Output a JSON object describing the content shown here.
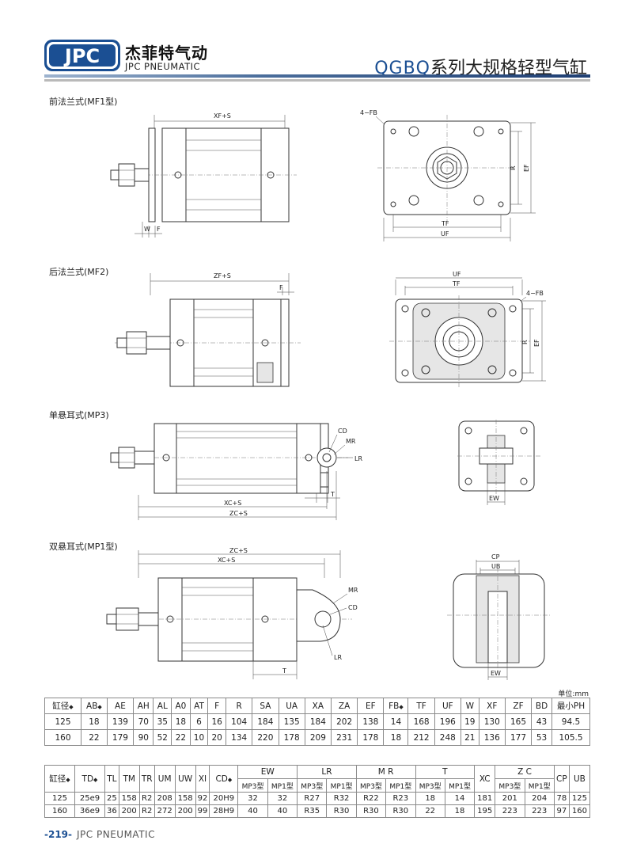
{
  "header": {
    "logo_text": "JPC",
    "brand_cn": "杰菲特气动",
    "brand_en": "JPC PNEUMATIC",
    "series_code": "QGBQ",
    "series_name": "系列大规格轻型气缸"
  },
  "sections": {
    "mf1": {
      "label": "前法兰式(MF1型)",
      "dims": {
        "xf_s": "XF+S",
        "w": "W",
        "f": "F",
        "fb": "4−FB",
        "r": "R",
        "ef": "EF",
        "tf": "TF",
        "uf": "UF"
      }
    },
    "mf2": {
      "label": "后法兰式(MF2)",
      "dims": {
        "zf_s": "ZF+S",
        "f": "F",
        "uf": "UF",
        "tf": "TF",
        "fb": "4−FB",
        "r": "R",
        "ef": "EF"
      }
    },
    "mp3": {
      "label": "单悬耳式(MP3)",
      "dims": {
        "cd": "CD",
        "mr": "MR",
        "lr": "LR",
        "t": "T",
        "xc_s": "XC+S",
        "zc_s": "ZC+S",
        "ew": "EW"
      }
    },
    "mp1": {
      "label": "双悬耳式(MP1型)",
      "dims": {
        "zc_s": "ZC+S",
        "xc_s": "XC+S",
        "mr": "MR",
        "cd": "CD",
        "lr": "LR",
        "t": "T",
        "cp": "CP",
        "ub": "UB",
        "ew": "EW"
      }
    }
  },
  "unit": "单位:mm",
  "table1": {
    "headers": [
      "缸径",
      "AB",
      "AE",
      "AH",
      "AL",
      "A0",
      "AT",
      "F",
      "R",
      "SA",
      "UA",
      "XA",
      "ZA",
      "EF",
      "FB",
      "TF",
      "UF",
      "W",
      "XF",
      "ZF",
      "BD",
      "最小PH"
    ],
    "sort_mark": "◆",
    "rows": [
      [
        "125",
        "18",
        "139",
        "70",
        "35",
        "18",
        "6",
        "16",
        "104",
        "184",
        "135",
        "184",
        "202",
        "138",
        "14",
        "168",
        "196",
        "19",
        "130",
        "165",
        "43",
        "94.5"
      ],
      [
        "160",
        "22",
        "179",
        "90",
        "52",
        "22",
        "10",
        "20",
        "134",
        "220",
        "178",
        "209",
        "231",
        "178",
        "18",
        "212",
        "248",
        "21",
        "136",
        "177",
        "53",
        "105.5"
      ]
    ]
  },
  "table2": {
    "headers": [
      "缸径",
      "TD",
      "TL",
      "TM",
      "TR",
      "UM",
      "UW",
      "XI",
      "CD",
      "EW",
      "LR",
      "M R",
      "T",
      "XC",
      "Z C",
      "CP",
      "UB"
    ],
    "sub_headers": [
      "MP3型",
      "MP1型",
      "MP3型",
      "MP1型",
      "MP3型",
      "MP1型",
      "MP3型",
      "MP1型",
      "MP3型",
      "MP1型"
    ],
    "rows": [
      [
        "125",
        "25e9",
        "25",
        "158",
        "R2",
        "208",
        "158",
        "92",
        "20H9",
        "32",
        "32",
        "R27",
        "R32",
        "R22",
        "R23",
        "18",
        "14",
        "181",
        "201",
        "204",
        "78",
        "125"
      ],
      [
        "160",
        "36e9",
        "36",
        "200",
        "R2",
        "272",
        "200",
        "99",
        "28H9",
        "40",
        "40",
        "R35",
        "R30",
        "R30",
        "R30",
        "22",
        "18",
        "195",
        "223",
        "223",
        "97",
        "160"
      ]
    ]
  },
  "footer": {
    "page": "-219-",
    "company": "JPC PNEUMATIC"
  }
}
